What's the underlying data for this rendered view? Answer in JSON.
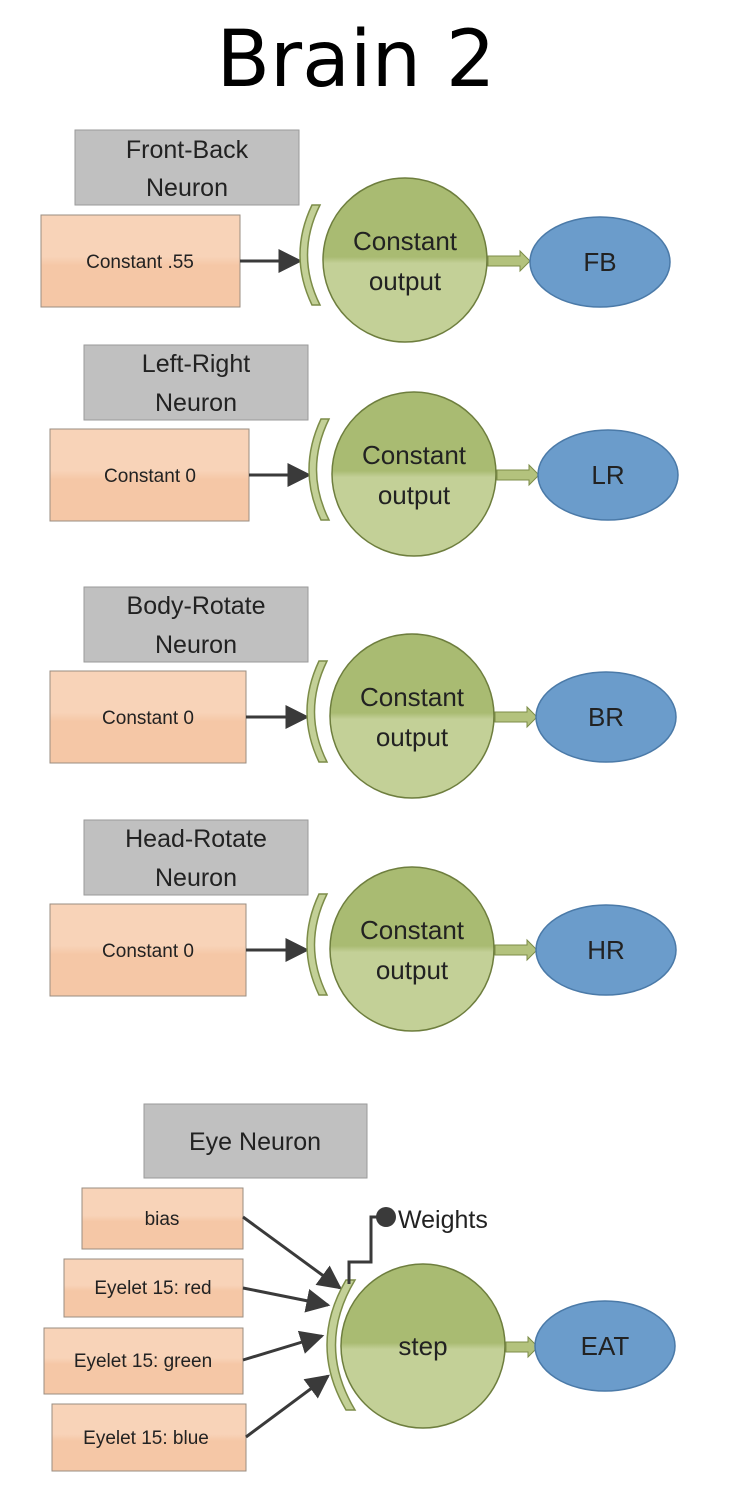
{
  "title": "Brain 2",
  "neurons": [
    {
      "header_line1": "Front-Back",
      "header_line2": "Neuron",
      "input": "Constant .55",
      "core_line1": "Constant",
      "core_line2": "output",
      "output": "FB"
    },
    {
      "header_line1": "Left-Right",
      "header_line2": "Neuron",
      "input": "Constant 0",
      "core_line1": "Constant",
      "core_line2": "output",
      "output": "LR"
    },
    {
      "header_line1": "Body-Rotate",
      "header_line2": "Neuron",
      "input": "Constant 0",
      "core_line1": "Constant",
      "core_line2": "output",
      "output": "BR"
    },
    {
      "header_line1": "Head-Rotate",
      "header_line2": "Neuron",
      "input": "Constant 0",
      "core_line1": "Constant",
      "core_line2": "output",
      "output": "HR"
    }
  ],
  "eye": {
    "header": "Eye Neuron",
    "inputs": [
      "bias",
      "Eyelet 15: red",
      "Eyelet 15: green",
      "Eyelet 15: blue"
    ],
    "weights_label": "Weights",
    "core": "step",
    "output": "EAT"
  },
  "colors": {
    "header_fill": "#c0c0c0",
    "input_fill_top": "#f7cfb2",
    "input_fill_bottom": "#f5c7a7",
    "core_top": "#aebe78",
    "core_bottom": "#c6d29a",
    "output_fill": "#6b9ccb"
  }
}
